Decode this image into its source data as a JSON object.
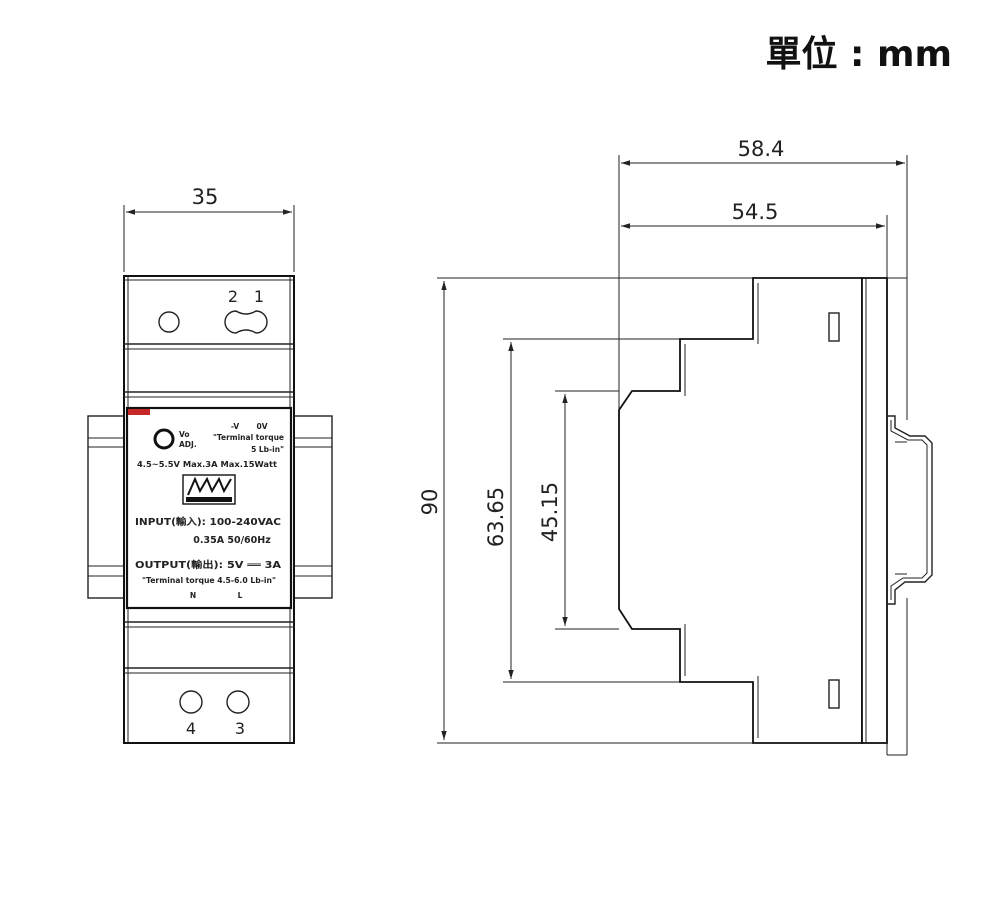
{
  "unit_label": "單位 : mm",
  "front_view": {
    "width_dim": "35",
    "terminals_top": [
      "2",
      "1"
    ],
    "terminals_bottom": [
      "4",
      "3"
    ],
    "label": {
      "vo": "Vo",
      "adj": "ADJ.",
      "minus_v": "-V",
      "zero_v": "0V",
      "terminal_torque_top_1": "\"Terminal torque",
      "terminal_torque_top_2": "5 Lb-in\"",
      "specs_line": "4.5~5.5V   Max.3A   Max.15Watt",
      "logo": "MW",
      "input_line": "INPUT(輸入): 100-240VAC",
      "input_line_2": "0.35A   50/60Hz",
      "output_line": "OUTPUT(輸出): 5V ══ 3A",
      "terminal_torque_bottom": "\"Terminal torque 4.5-6.0 Lb-in\"",
      "n_label": "N",
      "l_label": "L"
    }
  },
  "side_view": {
    "depth_dim_total": "58.4",
    "depth_dim_body": "54.5",
    "height_dim": "90",
    "step_dim_outer": "63.65",
    "step_dim_inner": "45.15"
  }
}
